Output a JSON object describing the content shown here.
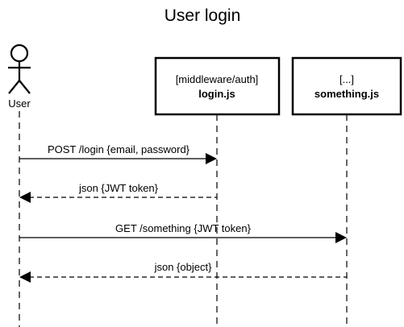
{
  "diagram": {
    "title": "User login",
    "participants": [
      {
        "id": "user",
        "kind": "actor",
        "name": "User"
      },
      {
        "id": "login",
        "kind": "box",
        "line1": "[middleware/auth]",
        "line2": "login.js"
      },
      {
        "id": "something",
        "kind": "box",
        "line1": "[...]",
        "line2": "something.js"
      }
    ],
    "messages": [
      {
        "from": "user",
        "to": "login",
        "label": "POST /login {email, password}",
        "style": "solid"
      },
      {
        "from": "login",
        "to": "user",
        "label": "json {JWT token}",
        "style": "dashed"
      },
      {
        "from": "user",
        "to": "something",
        "label": "GET /something {JWT token}",
        "style": "solid"
      },
      {
        "from": "something",
        "to": "user",
        "label": "json {object}",
        "style": "dashed"
      }
    ]
  }
}
